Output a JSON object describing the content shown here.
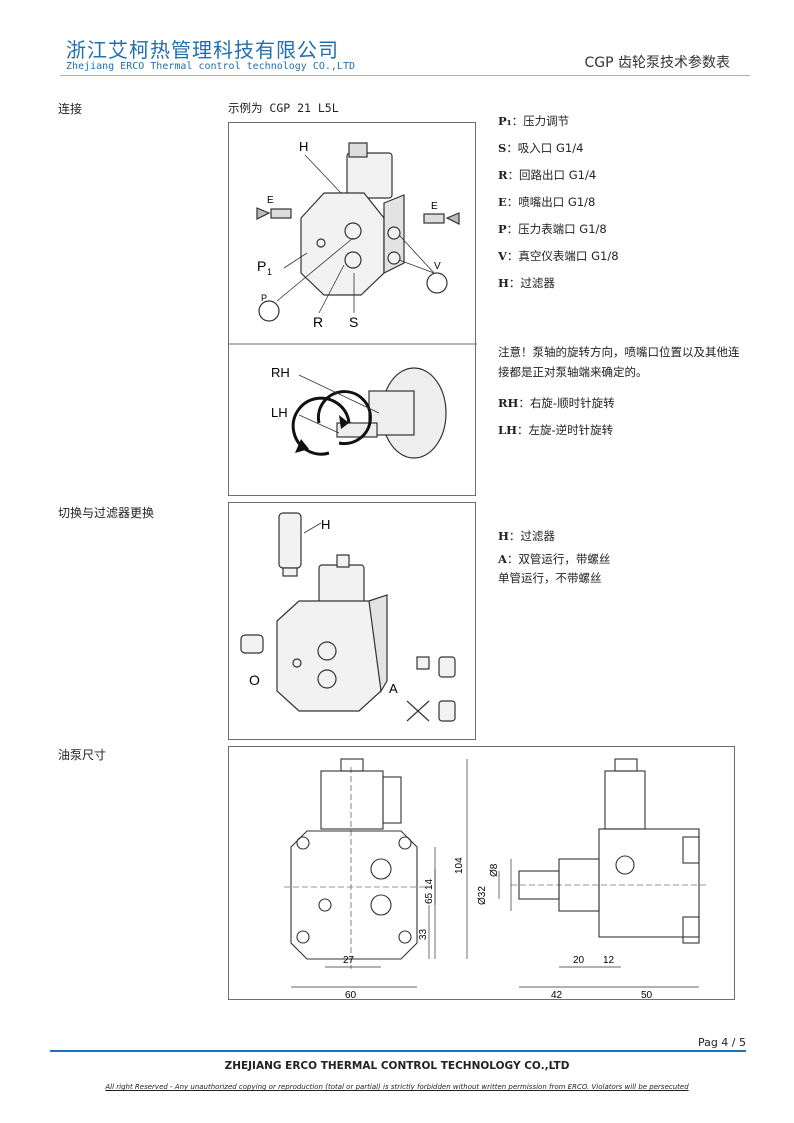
{
  "header": {
    "company_cn": "浙江艾柯热管理科技有限公司",
    "company_en": "Zhejiang ERCO Thermal control technology CO.,LTD",
    "doc_title": "CGP 齿轮泵技术参数表"
  },
  "sections": {
    "connection": {
      "label": "连接",
      "example": "示例为 CGP 21 L5L",
      "legend": [
        {
          "key": "P₁",
          "text": "：压力调节"
        },
        {
          "key": "S",
          "text": "：吸入口 G1/4"
        },
        {
          "key": "R",
          "text": "：回路出口 G1/4"
        },
        {
          "key": "E",
          "text": "：喷嘴出口 G1/8"
        },
        {
          "key": "P",
          "text": "：压力表端口 G1/8"
        },
        {
          "key": "V",
          "text": "：真空仪表端口 G1/8"
        },
        {
          "key": "H",
          "text": "：过滤器"
        }
      ],
      "note": "注意！泵轴的旋转方向，喷嘴口位置以及其他连接都是正对泵轴端来确定的。",
      "rotation": [
        {
          "key": "RH",
          "text": "：右旋-顺时针旋转"
        },
        {
          "key": "LH",
          "text": "：左旋-逆时针旋转"
        }
      ],
      "figure_labels": {
        "H": "H",
        "E_left": "E",
        "E_right": "E",
        "P1": "P",
        "P1_sub": "1",
        "P": "P",
        "R": "R",
        "S": "S",
        "V": "V",
        "RH": "RH",
        "LH": "LH"
      }
    },
    "filter": {
      "label": "切换与过滤器更换",
      "legend": [
        {
          "key": "H",
          "text": "：过滤器"
        },
        {
          "key": "A",
          "text": "：双管运行，带螺丝"
        }
      ],
      "legend_extra": "单管运行，不带螺丝",
      "figure_labels": {
        "H": "H",
        "O": "O",
        "A": "A"
      }
    },
    "dimensions": {
      "label": "油泵尺寸",
      "dims": {
        "d104": "104",
        "d65": "65",
        "d14": "14",
        "d33": "33",
        "d27": "27",
        "d60": "60",
        "d8": "Ø8",
        "d32": "Ø32",
        "d20": "20",
        "d12": "12",
        "d42": "42",
        "d50": "50"
      }
    }
  },
  "footer": {
    "page": "Pag 4 / 5",
    "company": "ZHEJIANG ERCO THERMAL CONTROL TECHNOLOGY CO.,LTD",
    "rights": "All right Reserved - Any unauthorized copying or reproduction (total or partial) is strictly forbidden without written permission from ERCO. Violators will be persecuted"
  }
}
